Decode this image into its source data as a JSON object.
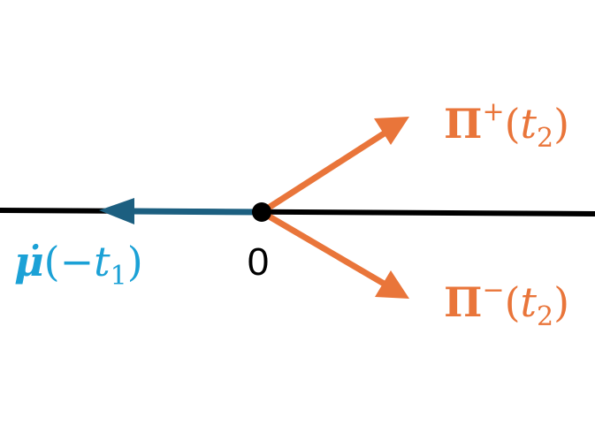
{
  "diagram": {
    "origin_label": "0",
    "mu_label": {
      "symbol": "μ̇",
      "open": "(",
      "minus": "−",
      "var": "t",
      "sub": "1",
      "close": ")"
    },
    "pi_plus_label": {
      "symbol": "Π",
      "sup": "+",
      "open": "(",
      "var": "t",
      "sub": "2",
      "close": ")"
    },
    "pi_minus_label": {
      "symbol": "Π",
      "sup": "−",
      "open": "(",
      "var": "t",
      "sub": "2",
      "close": ")"
    },
    "colors": {
      "axis": "#000000",
      "mu_arrow": "#1c5f80",
      "mu_text": "#1ba1d6",
      "pi": "#e9753a",
      "origin": "#000000"
    }
  }
}
